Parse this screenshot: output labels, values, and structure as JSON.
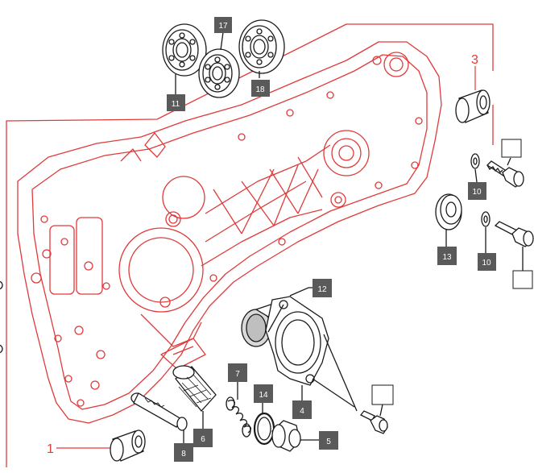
{
  "diagram": {
    "colors": {
      "housing": "#e03a3a",
      "parts": "#1a1a1a",
      "tag_fill": "#5a5a5a",
      "tag_text": "#ffffff",
      "callout_red": "#e03a3a"
    },
    "red_callouts": [
      {
        "id": "ref-1",
        "label": "1"
      },
      {
        "id": "ref-3",
        "label": "3"
      }
    ],
    "tags": [
      {
        "id": "tag-17",
        "label": "17"
      },
      {
        "id": "tag-11",
        "label": "11"
      },
      {
        "id": "tag-18",
        "label": "18"
      },
      {
        "id": "tag-10a",
        "label": "10"
      },
      {
        "id": "tag-13",
        "label": "13"
      },
      {
        "id": "tag-10b",
        "label": "10"
      },
      {
        "id": "tag-12",
        "label": "12"
      },
      {
        "id": "tag-7",
        "label": "7"
      },
      {
        "id": "tag-14",
        "label": "14"
      },
      {
        "id": "tag-4",
        "label": "4"
      },
      {
        "id": "tag-6",
        "label": "6"
      },
      {
        "id": "tag-5",
        "label": "5"
      },
      {
        "id": "tag-8",
        "label": "8"
      }
    ],
    "empty_boxes": 3
  }
}
